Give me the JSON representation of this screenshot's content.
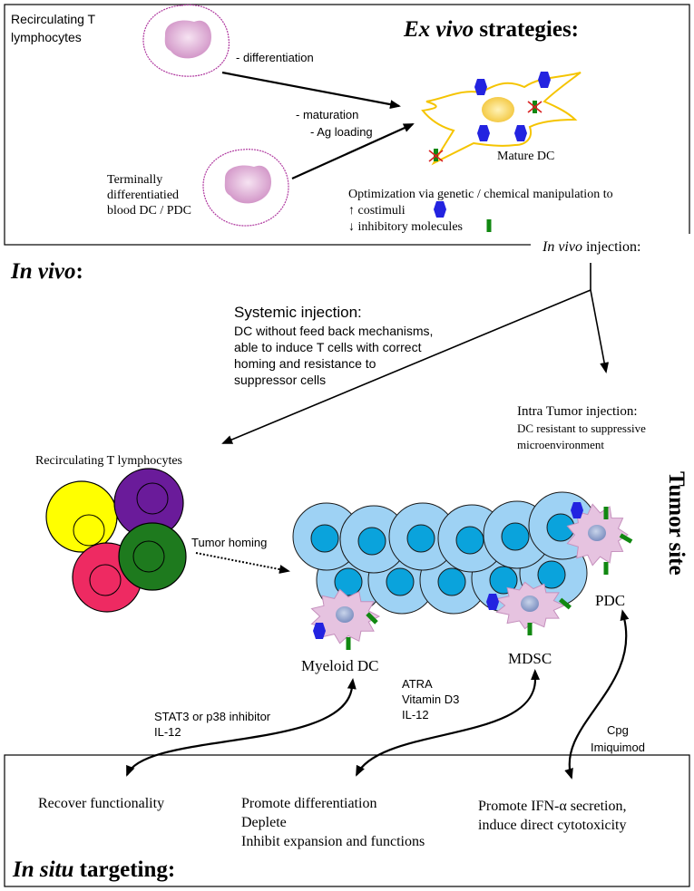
{
  "ex_vivo": {
    "title_italic": "Ex vivo",
    "title_rest": " strategies:",
    "recirculating_line1": "Recirculating T",
    "recirculating_line2": "lymphocytes",
    "differentiation": "- differentiation",
    "maturation": "- maturation",
    "ag_loading": "- Ag loading",
    "mature_dc": "Mature DC",
    "terminal_line1": "Terminally",
    "terminal_line2": "differentiatied",
    "terminal_line3": "blood DC / PDC",
    "optimization": "Optimization via genetic / chemical  manipulation to",
    "costimuli": "↑ costimuli",
    "inhibitory": "↓ inhibitory molecules"
  },
  "in_vivo": {
    "title_italic": "In vivo",
    "title_rest": ":",
    "injection_italic": "In vivo",
    "injection_rest": " injection:",
    "systemic_title": "Systemic injection:",
    "systemic_lines": [
      "DC without feed back mechanisms,",
      "able to induce T cells with correct",
      "homing and resistance to",
      "suppressor cells"
    ],
    "intra_title": "Intra Tumor injection:",
    "intra_lines": [
      "DC resistant to  suppressive",
      "microenvironment"
    ]
  },
  "tumor": {
    "recirculating": "Recirculating T lymphocytes",
    "homing": "Tumor homing",
    "site": "Tumor site",
    "myeloid": "Myeloid DC",
    "mdsc": "MDSC",
    "pdc": "PDC"
  },
  "treatments": {
    "myeloid_lines": [
      "STAT3 or p38 inhibitor",
      "IL-12"
    ],
    "mdsc_lines": [
      "ATRA",
      "Vitamin D3",
      "IL-12"
    ],
    "pdc_lines": [
      "Cpg",
      "Imiquimod"
    ]
  },
  "in_situ": {
    "title_italic": "In situ",
    "title_rest": " targeting:",
    "recover": "Recover functionality",
    "mdsc_effects": [
      "Promote differentiation",
      "Deplete",
      "Inhibit expansion and functions"
    ],
    "pdc_effects": [
      "Promote IFN-α secretion,",
      "induce direct cytotoxicity"
    ]
  },
  "colors": {
    "t_yellow": "#ffff00",
    "t_purple": "#6a1b9a",
    "t_pink": "#ee2a62",
    "t_green": "#1e7a1e",
    "tumor_cell": "#9ed2f4",
    "tumor_nucleus": "#0aa3dc",
    "dc_body": "#e6c3e0",
    "mature_dc_outline": "#f5c400",
    "costim_blue": "#2323e0",
    "inhib_green": "#118811"
  },
  "icons": [
    "cell-icon",
    "mature-dc-icon",
    "costimulatory-molecule-icon",
    "inhibitory-molecule-icon",
    "t-lymphocyte-icon",
    "tumor-cell-icon",
    "dendritic-cell-icon"
  ]
}
